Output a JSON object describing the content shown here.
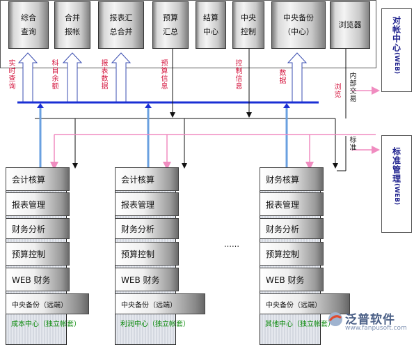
{
  "hq_modules": [
    {
      "line1": "综合",
      "line2": "查询"
    },
    {
      "line1": "合并",
      "line2": "报帐"
    },
    {
      "line1": "报表汇",
      "line2": "总合并"
    },
    {
      "line1": "预算",
      "line2": "汇总"
    },
    {
      "line1": "结算",
      "line2": "中心"
    },
    {
      "line1": "中央",
      "line2": "控制"
    },
    {
      "line1": "中央备份",
      "line2": "（中心）"
    },
    {
      "line1": "浏览器",
      "line2": ""
    }
  ],
  "flow_labels": {
    "realtime": "实时查询",
    "balance": "科目余额",
    "report_data": "报表数据",
    "budget_info": "预算信息",
    "control_info": "控制信息",
    "data": "数据",
    "browse": "浏览",
    "internal": "内部交易",
    "standard": "标准"
  },
  "side_boxes": {
    "top": {
      "title": "对帐中心",
      "sub": "(WEB)"
    },
    "bottom": {
      "title": "标准管理",
      "sub": "(WEB)"
    }
  },
  "centers": [
    {
      "modules": [
        "会计核算",
        "报表管理",
        "财务分析",
        "预算控制",
        "WEB 财务"
      ],
      "remote": "中央备份（远端）",
      "caption": "成本中心（独立帐套）"
    },
    {
      "modules": [
        "会计核算",
        "报表管理",
        "财务分析",
        "预算控制",
        "WEB 财务"
      ],
      "remote": "中央备份（远端）",
      "caption": "利润中心（独立帐套）"
    },
    {
      "modules": [
        "财务核算",
        "报表管理",
        "财务分析",
        "预算控制",
        "WEB 财务"
      ],
      "remote": "中央备份（远端）",
      "caption": "其他中心（独立帐套）"
    }
  ],
  "ellipsis": "……",
  "brand": {
    "name": "泛普软件",
    "url": "www.fanpusoft.com"
  },
  "colors": {
    "bus_blue": "#1a2fd4",
    "pink": "#f08cc0",
    "label_red": "#d4133c",
    "caption_green": "#0a8a0a",
    "side_text": "#1c1f8c"
  }
}
